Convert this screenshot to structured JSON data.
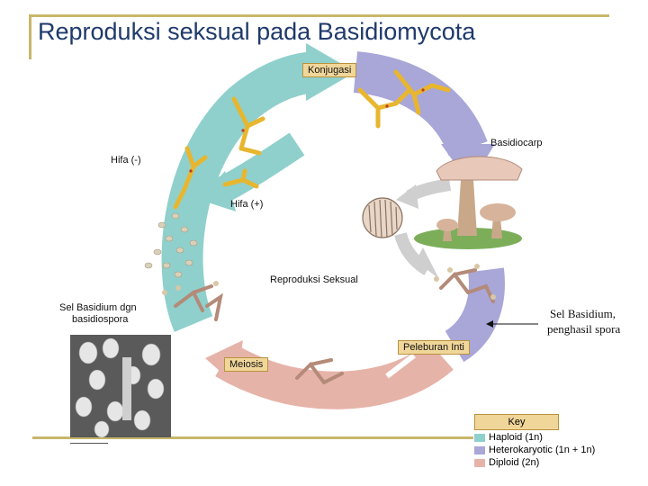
{
  "title": "Reproduksi seksual  pada Basidiomycota",
  "labels": {
    "konjugasi": "Konjugasi",
    "basidiocarp": "Basidiocarp",
    "hifa_neg": "Hifa (-)",
    "hifa_pos": "Hifa (+)",
    "reproduksi": "Reproduksi Seksual",
    "sel_basidium_dgn": "Sel Basidium dgn",
    "basidiospora": "basidiospora",
    "sel_basidium_comma": "Sel Basidium,",
    "penghasil_spora": "penghasil spora",
    "peleburan_inti": "Peleburan Inti",
    "meiosis": "Meiosis"
  },
  "key": {
    "title": "Key",
    "items": [
      {
        "label": "Haploid (1n)",
        "color": "#8fd0cc"
      },
      {
        "label": "Heterokaryotic (1n + 1n)",
        "color": "#a9a6d8"
      },
      {
        "label": "Diploid (2n)",
        "color": "#e6b3a9"
      }
    ]
  },
  "colors": {
    "haploid": "#8fd0cc",
    "heterokaryotic": "#a9a6d8",
    "diploid": "#e6b3a9",
    "hypha": "#e8b62e",
    "label_box": "#f1d69a",
    "title": "#1f3a6b"
  }
}
